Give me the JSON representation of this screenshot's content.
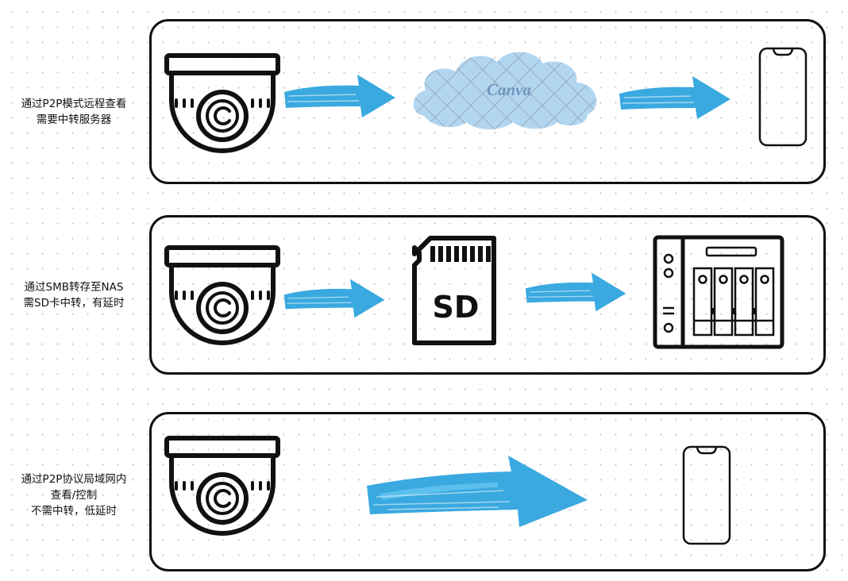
{
  "rows": [
    {
      "caption_lines": [
        "通过P2P模式远程查看",
        "需要中转服务器"
      ]
    },
    {
      "caption_lines": [
        "通过SMB转存至NAS",
        "需SD卡中转，有延时"
      ]
    },
    {
      "caption_lines": [
        "通过P2P协议局域网内",
        "查看/控制",
        "不需中转，低延时"
      ]
    }
  ],
  "cloud_label": "Canva",
  "sd_label": "SD",
  "colors": {
    "arrow": "#3aa9e0",
    "cloud": "#b3d6f0",
    "cloud_text": "#6f97bd",
    "outline": "#111111"
  }
}
